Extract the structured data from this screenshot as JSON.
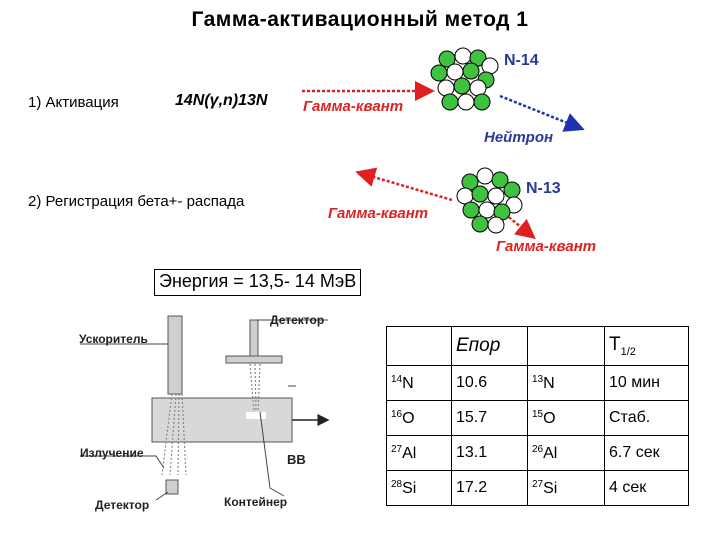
{
  "title": "Гамма-активационный метод 1",
  "step1": {
    "label": "1) Активация",
    "reaction": "14N(γ,n)13N",
    "gamma": "Гамма-квант",
    "nucleus": "N-14",
    "neutron": "Нейтрон"
  },
  "step2": {
    "label": "2) Регистрация бета+- распада",
    "gamma_left": "Гамма-квант",
    "nucleus": "N-13",
    "gamma_right": "Гамма-квант"
  },
  "energy": "Энергия = 13,5- 14 МэВ",
  "setup": {
    "accelerator": "Ускоритель",
    "detector_top": "Детектор",
    "radiation": "Излучение",
    "bb": "ВВ",
    "detector_bottom": "Детектор",
    "container": "Контейнер"
  },
  "table": {
    "header": {
      "e": "Епор",
      "t": "T1/2"
    },
    "rows": [
      {
        "n1": "14",
        "s1": "N",
        "e": "10.6",
        "n2": "13",
        "s2": "N",
        "t": "10 мин"
      },
      {
        "n1": "16",
        "s1": "O",
        "e": "15.7",
        "n2": "15",
        "s2": "O",
        "t": "Стаб."
      },
      {
        "n1": "27",
        "s1": "Al",
        "e": "13.1",
        "n2": "26",
        "s2": "Al",
        "t": "6.7 сек"
      },
      {
        "n1": "28",
        "s1": "Si",
        "e": "17.2",
        "n2": "27",
        "s2": "Si",
        "t": "4 сек"
      }
    ]
  },
  "colors": {
    "proton": "#3fc23f",
    "neutron": "#ffffff",
    "gamma_arrow": "#e02020",
    "neutron_arrow": "#2030b0"
  }
}
